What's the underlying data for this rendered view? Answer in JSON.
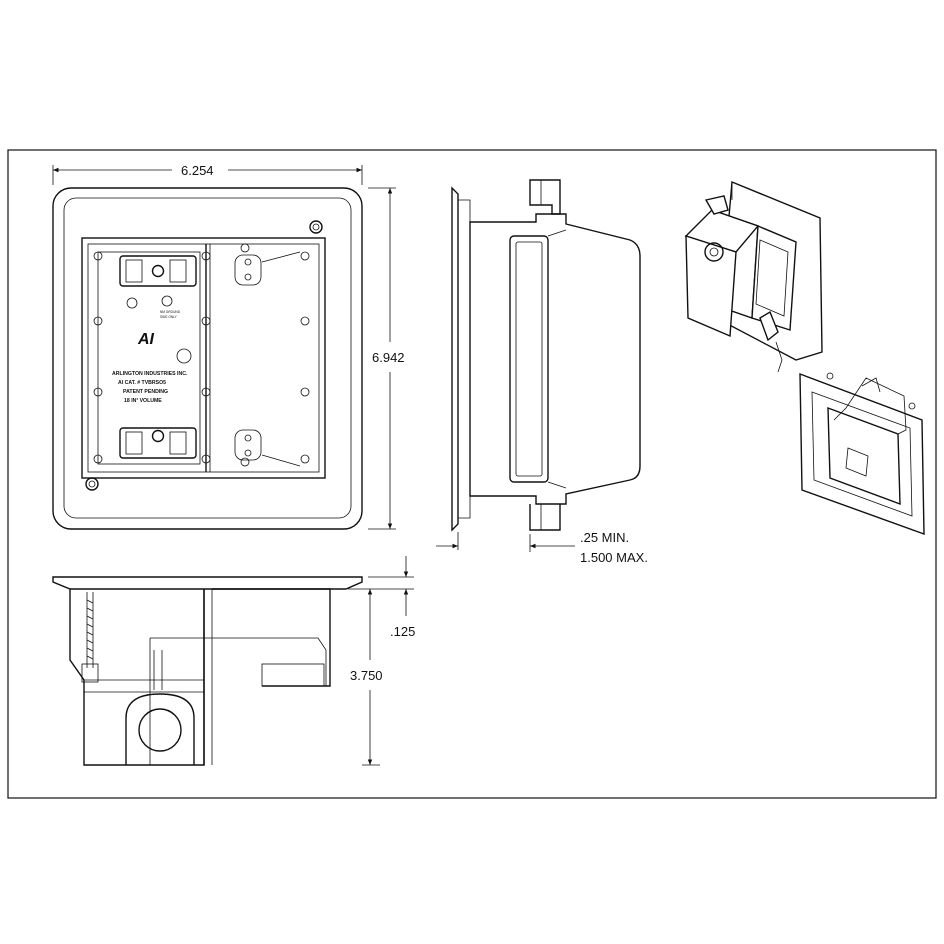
{
  "dimensions": {
    "width": "6.254",
    "height": "6.942",
    "depth": "3.750",
    "flange": ".125",
    "wall_min": ".25 MIN.",
    "wall_max": "1.500 MAX."
  },
  "box_label": {
    "line1": "ARLINGTON INDUSTRIES INC.",
    "line2": "AI CAT. # TVBRSO5",
    "line3": "PATENT PENDING",
    "line4": "18 IN³ VOLUME",
    "logo": "AI",
    "ground_note_1": "NM GROUND",
    "ground_note_2": "SIDE ONLY"
  },
  "colors": {
    "line": "#111111",
    "background": "#ffffff"
  }
}
